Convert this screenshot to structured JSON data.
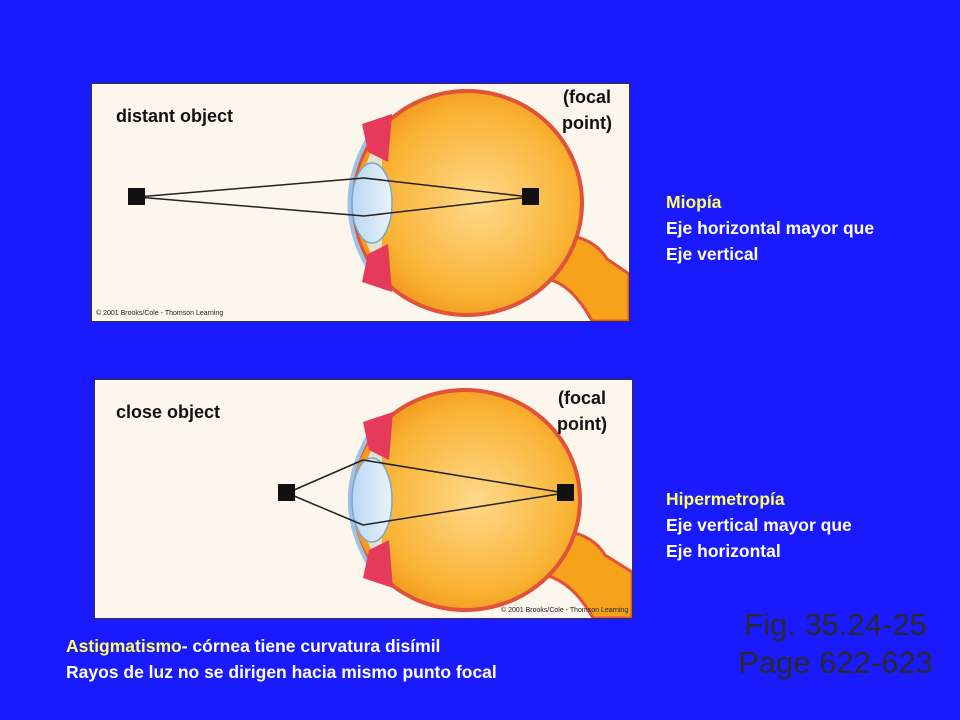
{
  "panel_top": {
    "object_label": "distant object",
    "focal_line1": "(focal",
    "focal_line2": "point)",
    "credit": "© 2001 Brooks/Cole - Thomson Learning"
  },
  "panel_bottom": {
    "object_label": "close object",
    "focal_line1": "(focal",
    "focal_line2": "point)",
    "credit": "© 2001 Brooks/Cole - Thomson Learning"
  },
  "myopia": {
    "title": "Miopía",
    "line1": "Eje horizontal mayor que",
    "line2": "Eje vertical"
  },
  "hyperopia": {
    "title": "Hipermetropía",
    "line1": "Eje vertical mayor que",
    "line2": "Eje horizontal"
  },
  "astigmatism": {
    "term": "Astigmatismo",
    "definition": "- córnea tiene curvatura disímil",
    "line2": "Rayos de luz no se dirigen hacia mismo punto focal"
  },
  "figure_ref": {
    "line1": "Fig. 35.24-25",
    "line2": "Page 622-623"
  },
  "colors": {
    "background": "#1a1aff",
    "accent_text": "#ffff66",
    "eye_fill": "#f7a21b",
    "sclera": "#e0523a"
  }
}
